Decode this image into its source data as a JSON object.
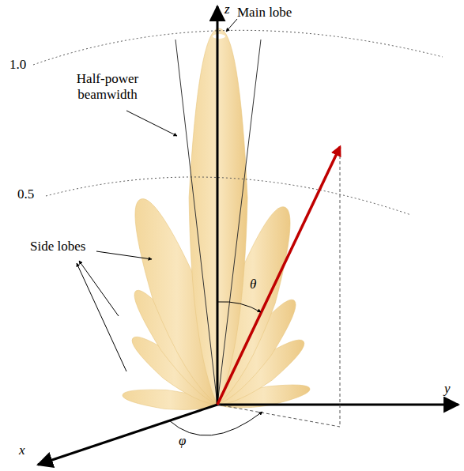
{
  "diagram": {
    "labels": [
      "z",
      "Main lobe",
      "1.0",
      "Half-power beamwidth",
      "0.5",
      "Side lobes",
      "θ",
      "y",
      "φ",
      "x"
    ]
  }
}
